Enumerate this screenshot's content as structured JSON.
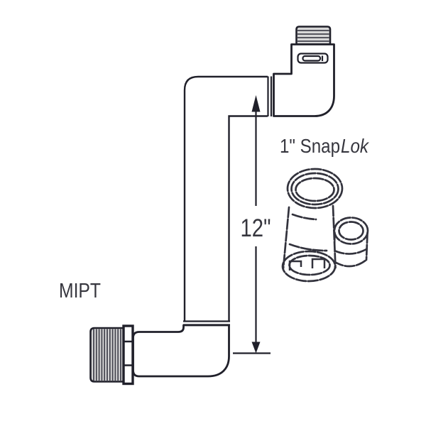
{
  "labels": {
    "mipt": "MIPT",
    "dimension": "12\"",
    "snaplok_regular": "1\" Snap",
    "snaplok_italic": "Lok"
  },
  "colors": {
    "line": "#20202a",
    "text": "#36363e",
    "thread_fill": "#d8d8d8",
    "thread_line": "#44444e",
    "sketch": "#32323c",
    "background": "#ffffff"
  }
}
